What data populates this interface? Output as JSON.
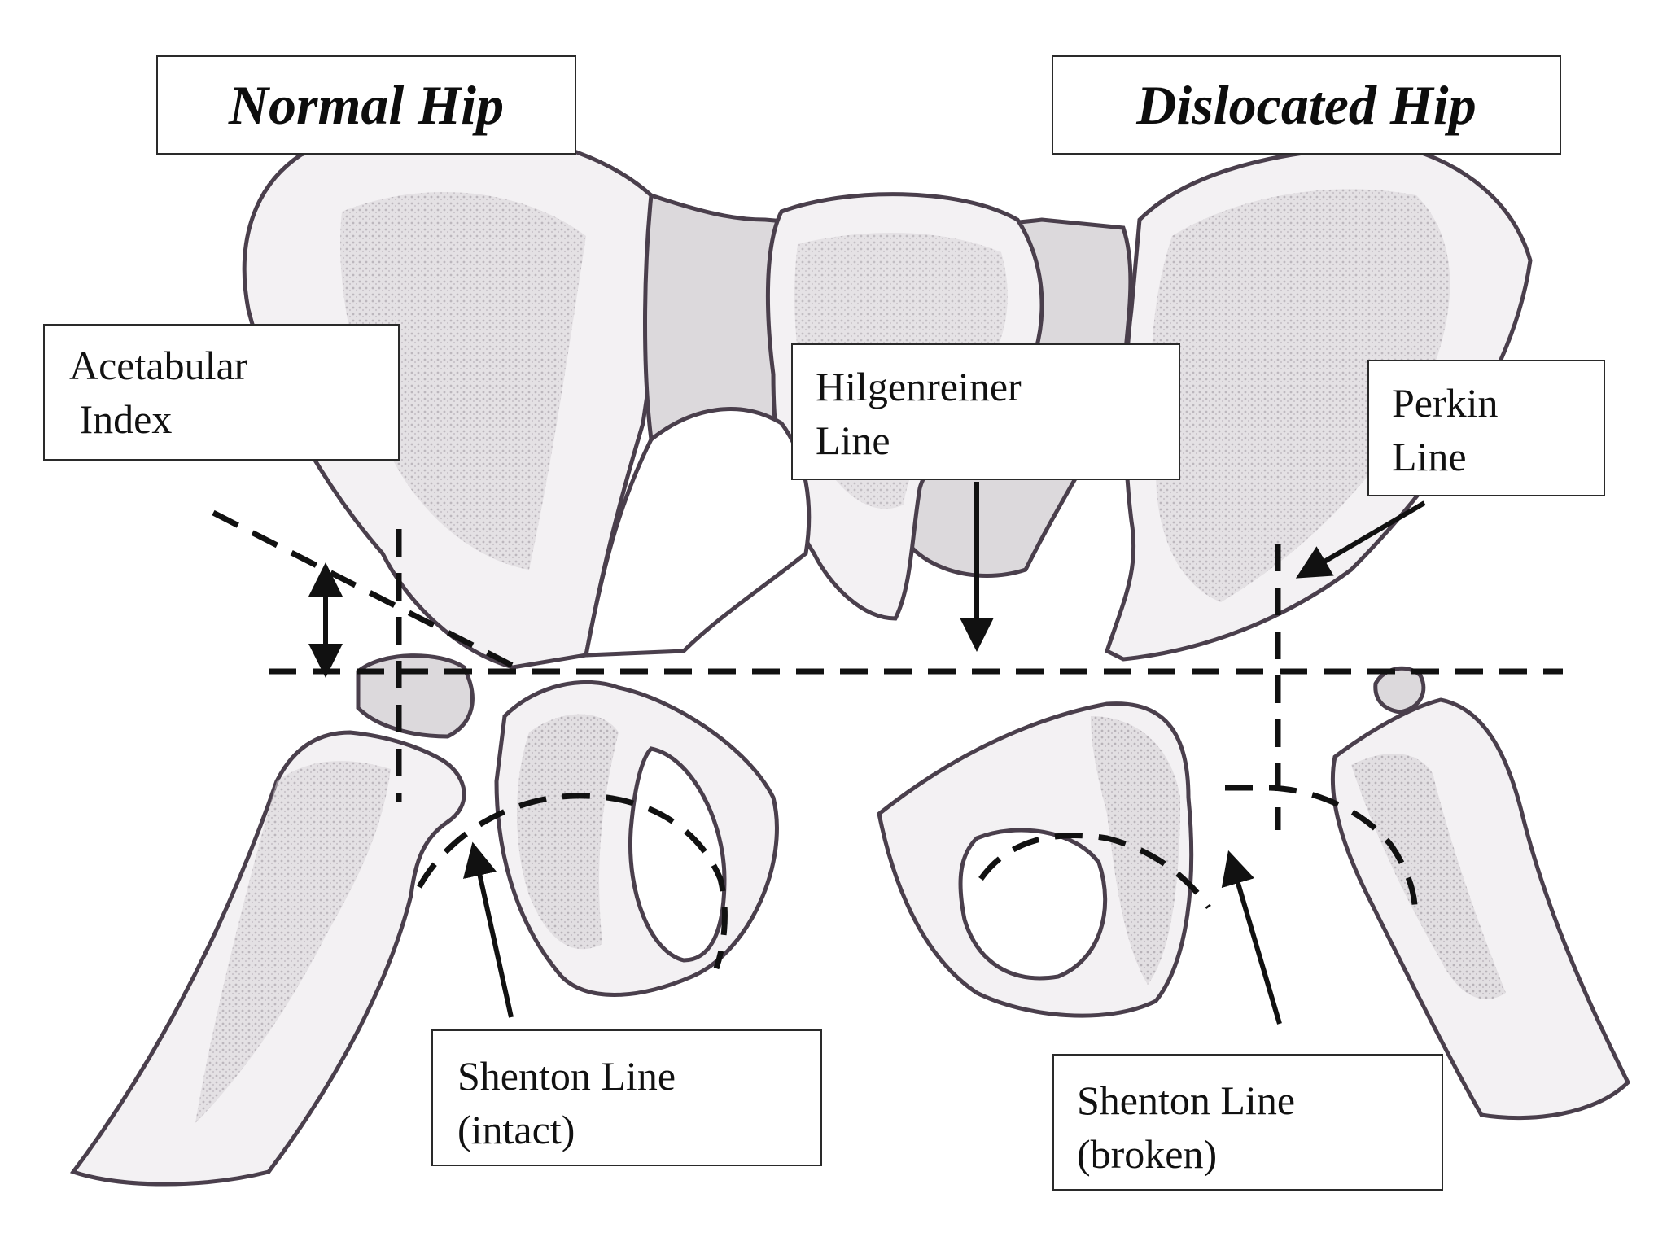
{
  "titles": {
    "normal": "Normal Hip",
    "dislocated": "Dislocated Hip"
  },
  "labels": {
    "acetabular_index": [
      "Acetabular",
      " Index"
    ],
    "hilgenreiner_line": [
      "Hilgenreiner",
      "Line"
    ],
    "perkin_line": [
      "Perkin",
      "Line"
    ],
    "shenton_intact": [
      "Shenton Line",
      "(intact)"
    ],
    "shenton_broken": [
      "Shenton Line",
      "(broken)"
    ]
  },
  "colors": {
    "bone_fill": "#f3f1f3",
    "bone_outline": "#4a3f4c",
    "line": "#111111"
  }
}
